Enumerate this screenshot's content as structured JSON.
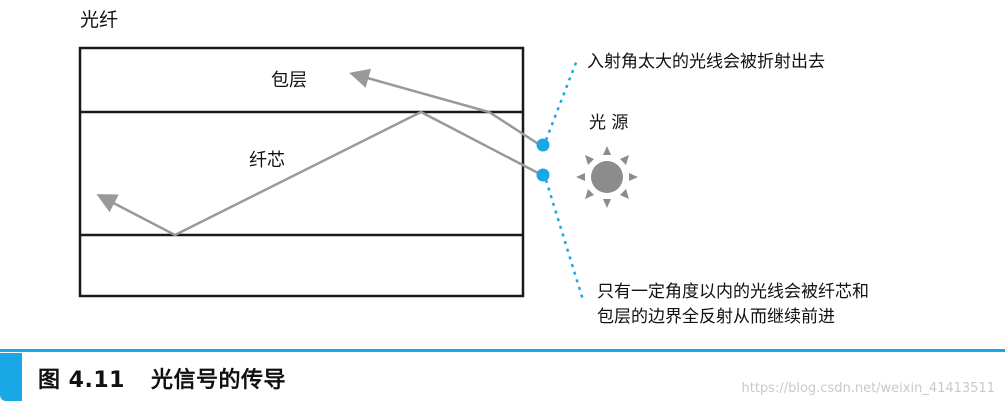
{
  "title": "光纤",
  "labels": {
    "cladding": "包层",
    "core": "纤芯",
    "source": "光 源"
  },
  "annotations": {
    "refracted": "入射角太大的光线会被折射出去",
    "reflected_line1": "只有一定角度以内的光线会被纤芯和",
    "reflected_line2": "包层的边界全反射从而继续前进"
  },
  "caption": {
    "number": "图 4.11",
    "text": "光信号的传导"
  },
  "watermark": "https://blog.csdn.net/weixin_41413511",
  "colors": {
    "accent": "#1aa7e6",
    "ray": "#999999",
    "source": "#8c8c8c",
    "border": "#1a1a1a"
  }
}
